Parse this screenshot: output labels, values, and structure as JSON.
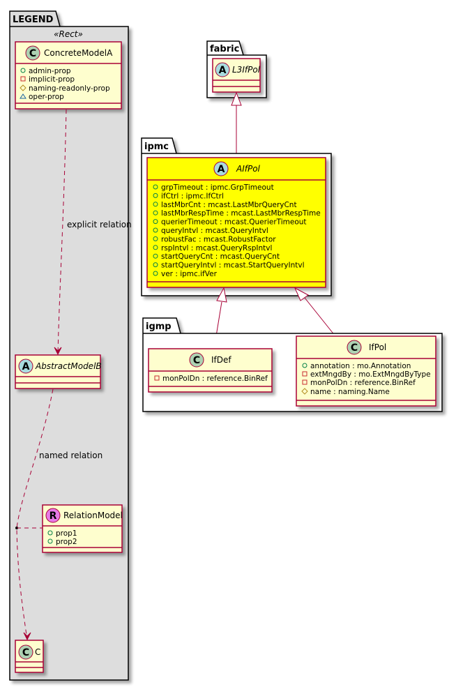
{
  "colors": {
    "class_fill": "#FEFECE",
    "class_border": "#A80036",
    "highlight_fill": "#FFFF00",
    "legend_fill": "#DDDDDD",
    "spot_class": "#ADD1B2",
    "spot_abstract": "#A9DCDF",
    "spot_relation": "#E77AE7",
    "vis_public": "#038048",
    "vis_private": "#C82930",
    "vis_protected": "#B38D22",
    "vis_package": "#1963A0"
  },
  "packages": {
    "legend": {
      "name": "LEGEND",
      "stereotype": "«Rect»"
    },
    "fabric": {
      "name": "fabric"
    },
    "ipmc": {
      "name": "ipmc"
    },
    "igmp": {
      "name": "igmp"
    }
  },
  "classes": {
    "concrete_model_a": {
      "name": "ConcreteModelA",
      "spot": "C",
      "attributes": [
        {
          "visibility": "public",
          "text": "admin-prop"
        },
        {
          "visibility": "private",
          "text": "implicit-prop"
        },
        {
          "visibility": "protected",
          "text": "naming-readonly-prop"
        },
        {
          "visibility": "package",
          "text": "oper-prop"
        }
      ]
    },
    "abstract_model_b": {
      "name": "AbstractModelB",
      "spot": "A",
      "attributes": []
    },
    "relation_model": {
      "name": "RelationModel",
      "spot": "R",
      "attributes": [
        {
          "visibility": "public",
          "text": "prop1"
        },
        {
          "visibility": "public",
          "text": "prop2"
        }
      ]
    },
    "c": {
      "name": "C",
      "spot": "C",
      "attributes": []
    },
    "l3_if_pol": {
      "name": "L3IfPol",
      "spot": "A",
      "attributes": []
    },
    "a_if_pol": {
      "name": "AIfPol",
      "spot": "A",
      "attributes": [
        {
          "visibility": "public",
          "text": "grpTimeout : ipmc.GrpTimeout"
        },
        {
          "visibility": "public",
          "text": "ifCtrl : ipmc.IfCtrl"
        },
        {
          "visibility": "public",
          "text": "lastMbrCnt : mcast.LastMbrQueryCnt"
        },
        {
          "visibility": "public",
          "text": "lastMbrRespTime : mcast.LastMbrRespTime"
        },
        {
          "visibility": "public",
          "text": "querierTimeout : mcast.QuerierTimeout"
        },
        {
          "visibility": "public",
          "text": "queryIntvl : mcast.QueryIntvl"
        },
        {
          "visibility": "public",
          "text": "robustFac : mcast.RobustFactor"
        },
        {
          "visibility": "public",
          "text": "rspIntvl : mcast.QueryRspIntvl"
        },
        {
          "visibility": "public",
          "text": "startQueryCnt : mcast.QueryCnt"
        },
        {
          "visibility": "public",
          "text": "startQueryIntvl : mcast.StartQueryIntvl"
        },
        {
          "visibility": "public",
          "text": "ver : ipmc.ifVer"
        }
      ]
    },
    "if_def": {
      "name": "IfDef",
      "spot": "C",
      "attributes": [
        {
          "visibility": "private",
          "text": "monPolDn : reference.BinRef"
        }
      ]
    },
    "if_pol": {
      "name": "IfPol",
      "spot": "C",
      "attributes": [
        {
          "visibility": "public",
          "text": "annotation : mo.Annotation"
        },
        {
          "visibility": "private",
          "text": "extMngdBy : mo.ExtMngdByType"
        },
        {
          "visibility": "private",
          "text": "monPolDn : reference.BinRef"
        },
        {
          "visibility": "protected",
          "text": "name : naming.Name"
        }
      ]
    }
  },
  "relations": {
    "explicit": "explicit relation",
    "named": "named relation"
  }
}
